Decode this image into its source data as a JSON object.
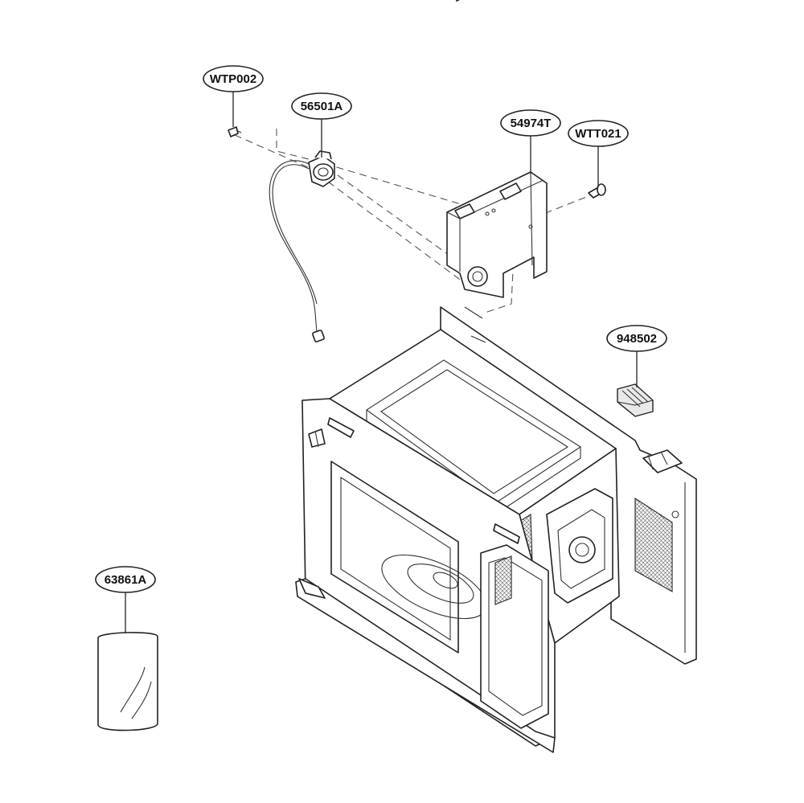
{
  "diagram": {
    "callouts": [
      {
        "id": "wtp002",
        "label": "WTP002"
      },
      {
        "id": "56501a",
        "label": "56501A"
      },
      {
        "id": "54974t",
        "label": "54974T"
      },
      {
        "id": "wtt021",
        "label": "WTT021"
      },
      {
        "id": "948502",
        "label": "948502"
      },
      {
        "id": "63861a",
        "label": "63861A"
      }
    ]
  }
}
